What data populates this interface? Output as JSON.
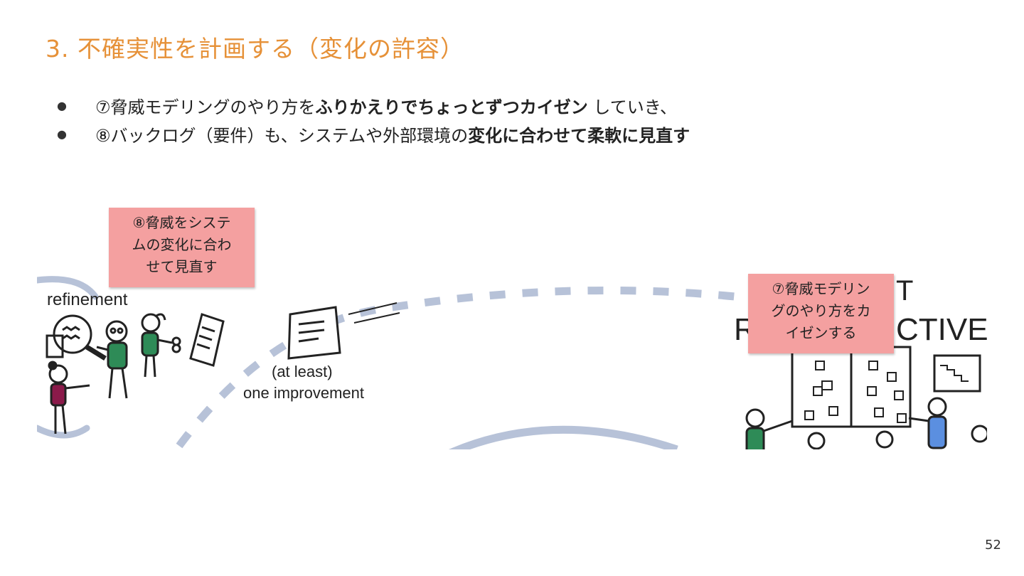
{
  "slide": {
    "title": "3. 不確実性を計画する（変化の許容）",
    "bullets": [
      {
        "marker": "●",
        "prefix": "⑦脅威モデリングのやり方を",
        "bold": "ふりかえりでちょっとずつカイゼン",
        "suffix": " していき、"
      },
      {
        "marker": "●",
        "prefix": "⑧バックログ（要件）も、システムや外部環境の",
        "bold": "変化に合わせて柔軟に見直す",
        "suffix": ""
      }
    ],
    "page_number": "52"
  },
  "illustration": {
    "refinement_label": "refinement",
    "improvement_label_line1": "(at least)",
    "improvement_label_line2": "one improvement",
    "retro_label_left": "R",
    "retro_label_top": "T",
    "retro_label_right": "CTIVE"
  },
  "callouts": {
    "threat_backlog": {
      "lines": [
        "⑧脅威をシステ",
        "ムの変化に合わ",
        "せて見直す"
      ]
    },
    "threat_modeling": {
      "lines": [
        "⑦脅威モデリン",
        "グのやり方をカ",
        "イゼンする"
      ]
    }
  },
  "colors": {
    "title": "#e69138",
    "callout_bg": "#f4a0a0",
    "arc": "#b7c2d8",
    "shirt_green": "#2e8b57",
    "shirt_maroon": "#8b1a4a",
    "shirt_blue": "#5b8fe0"
  }
}
